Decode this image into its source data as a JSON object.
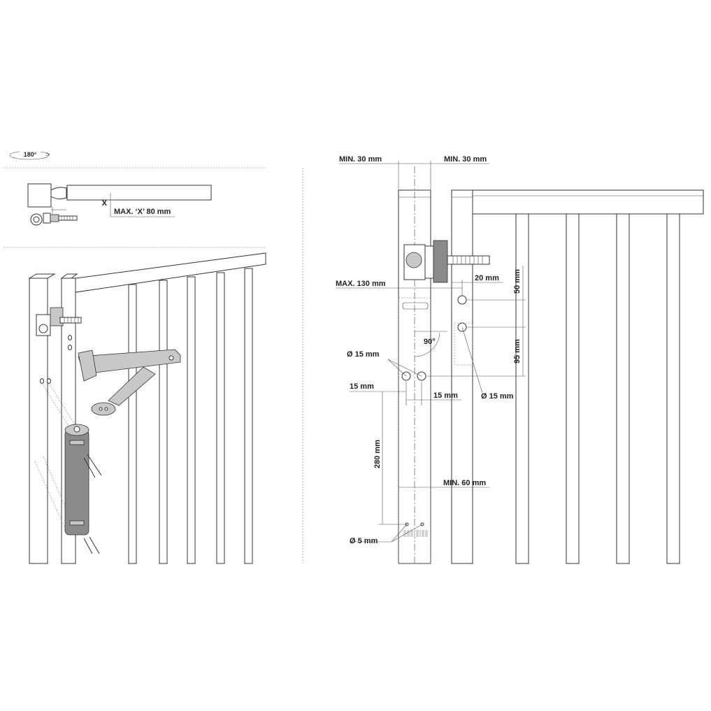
{
  "labels": {
    "rotation": "180°",
    "max_x": "MAX. ‘X’ 80 mm",
    "x_marker": "X",
    "min30_left": "MIN. 30 mm",
    "min30_right": "MIN. 30 mm",
    "max130": "MAX. 130 mm",
    "d20": "20 mm",
    "d50": "50 mm",
    "d95": "95 mm",
    "angle90": "90°",
    "dia15_left": "Ø 15 mm",
    "dia15_right": "Ø 15 mm",
    "d15_left": "15 mm",
    "d15_right": "15 mm",
    "d280": "280 mm",
    "min60": "MIN. 60 mm",
    "dia5": "Ø 5 mm"
  },
  "colors": {
    "line": "#333333",
    "closer_body": "#8a8a8a",
    "arm": "#c8c8c8"
  }
}
